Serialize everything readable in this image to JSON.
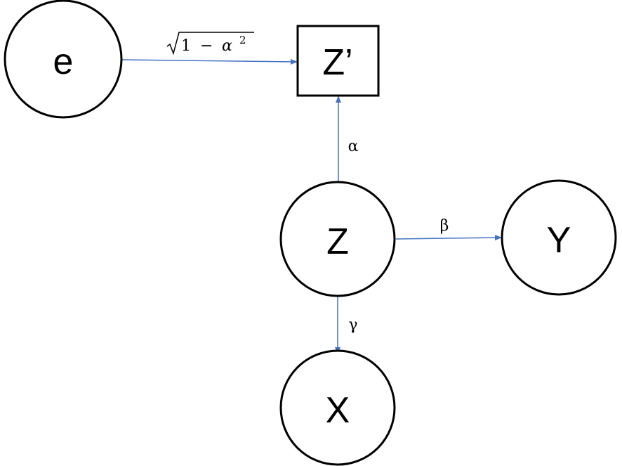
{
  "diagram": {
    "nodes": {
      "e": {
        "label": "e"
      },
      "z_prime": {
        "label": "Z’"
      },
      "z": {
        "label": "Z"
      },
      "y": {
        "label": "Y"
      },
      "x": {
        "label": "X"
      }
    },
    "edges": {
      "e_to_zprime": {
        "label": "√1 − α²",
        "one": "1",
        "minus": "−",
        "alpha": "α",
        "power": "2"
      },
      "z_to_zprime": {
        "label": "α"
      },
      "z_to_y": {
        "label": "β"
      },
      "z_to_x": {
        "label": "γ"
      }
    }
  },
  "colors": {
    "edge": "#4472C4",
    "node_stroke": "#000000",
    "background": "#ffffff"
  }
}
